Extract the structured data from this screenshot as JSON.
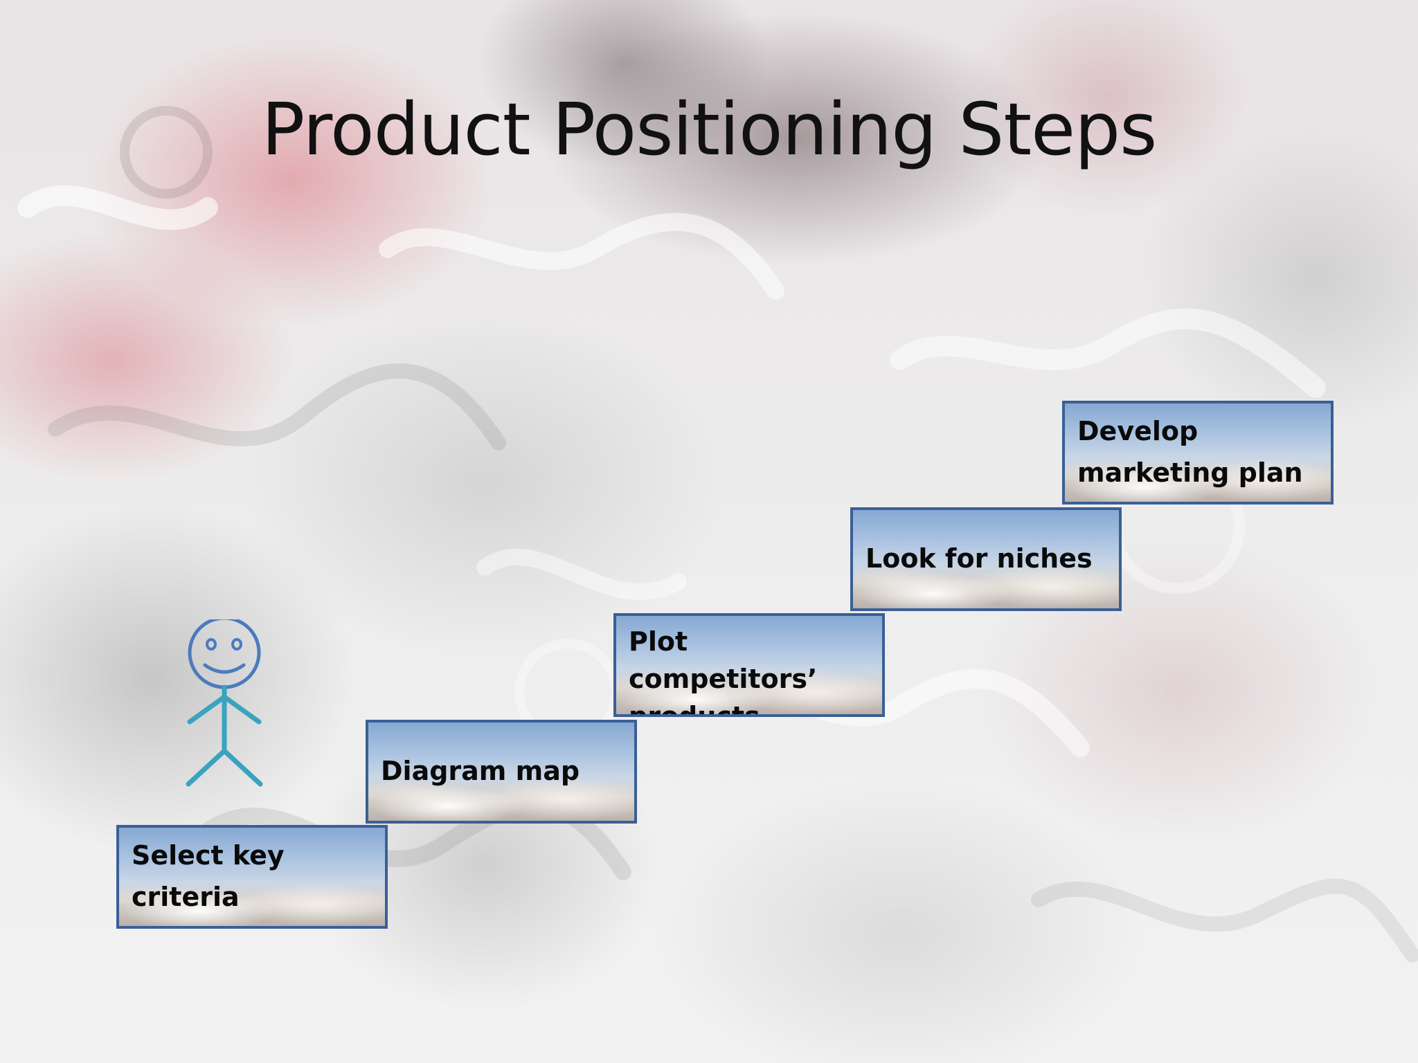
{
  "slide": {
    "title": "Product Positioning Steps"
  },
  "steps": [
    {
      "label": "Select key criteria"
    },
    {
      "label": "Diagram map"
    },
    {
      "label": "Plot competitors’ products"
    },
    {
      "label": "Look for niches"
    },
    {
      "label": "Develop marketing plan"
    }
  ],
  "icons": {
    "figure": "stick-figure-icon"
  },
  "colors": {
    "step_border": "#3a5f96",
    "figure_stroke": "#3aa3bf",
    "face_stroke": "#4a7bbd"
  }
}
